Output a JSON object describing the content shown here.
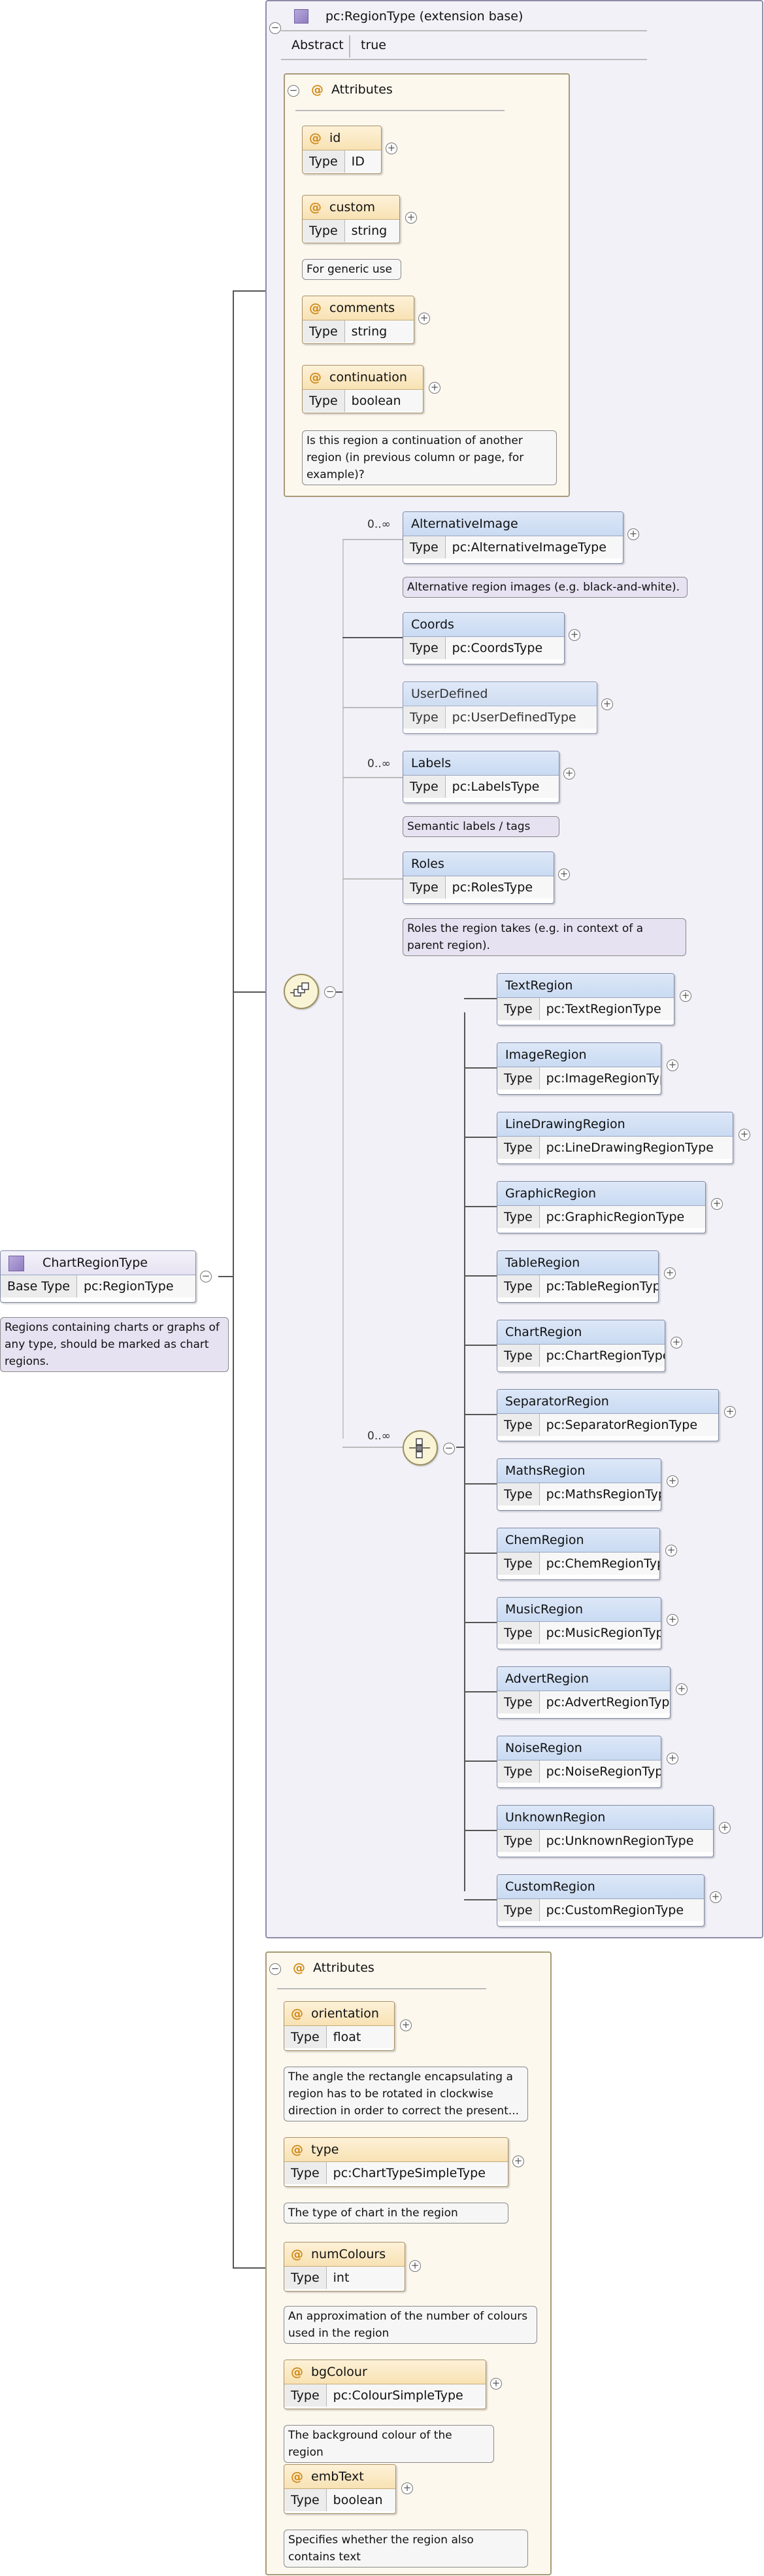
{
  "root": {
    "name": "ChartRegionType",
    "base_type_key": "Base Type",
    "base_type_value": "pc:RegionType",
    "note": "Regions containing charts or graphs of any type, should be marked as chart regions."
  },
  "ext": {
    "title": "pc:RegionType (extension base)",
    "abstract_key": "Abstract",
    "abstract_value": "true"
  },
  "attr_group_label": "Attributes",
  "type_key": "Type",
  "base_attributes": [
    {
      "name": "id",
      "type": "ID",
      "note": ""
    },
    {
      "name": "custom",
      "type": "string",
      "note": "For generic use"
    },
    {
      "name": "comments",
      "type": "string",
      "note": ""
    },
    {
      "name": "continuation",
      "type": "boolean",
      "note": "Is this region a continuation of another region (in previous column or page, for example)?"
    }
  ],
  "cardinality": "0..∞",
  "sequence_elements": [
    {
      "name": "AlternativeImage",
      "type": "pc:AlternativeImageType",
      "note": "Alternative region images (e.g. black-and-white).",
      "card": "0..∞"
    },
    {
      "name": "Coords",
      "type": "pc:CoordsType",
      "note": "",
      "card": ""
    },
    {
      "name": "UserDefined",
      "type": "pc:UserDefinedType",
      "note": "",
      "card": ""
    },
    {
      "name": "Labels",
      "type": "pc:LabelsType",
      "note": "Semantic labels / tags",
      "card": "0..∞"
    },
    {
      "name": "Roles",
      "type": "pc:RolesType",
      "note": "Roles the region takes (e.g. in context of a parent region).",
      "card": ""
    }
  ],
  "choice_elements": [
    {
      "name": "TextRegion",
      "type": "pc:TextRegionType"
    },
    {
      "name": "ImageRegion",
      "type": "pc:ImageRegionType"
    },
    {
      "name": "LineDrawingRegion",
      "type": "pc:LineDrawingRegionType"
    },
    {
      "name": "GraphicRegion",
      "type": "pc:GraphicRegionType"
    },
    {
      "name": "TableRegion",
      "type": "pc:TableRegionType"
    },
    {
      "name": "ChartRegion",
      "type": "pc:ChartRegionType"
    },
    {
      "name": "SeparatorRegion",
      "type": "pc:SeparatorRegionType"
    },
    {
      "name": "MathsRegion",
      "type": "pc:MathsRegionType"
    },
    {
      "name": "ChemRegion",
      "type": "pc:ChemRegionType"
    },
    {
      "name": "MusicRegion",
      "type": "pc:MusicRegionType"
    },
    {
      "name": "AdvertRegion",
      "type": "pc:AdvertRegionType"
    },
    {
      "name": "NoiseRegion",
      "type": "pc:NoiseRegionType"
    },
    {
      "name": "UnknownRegion",
      "type": "pc:UnknownRegionType"
    },
    {
      "name": "CustomRegion",
      "type": "pc:CustomRegionType"
    }
  ],
  "chart_attributes": [
    {
      "name": "orientation",
      "type": "float",
      "note": "The angle the rectangle encapsulating a region has to be rotated in clockwise direction in order to correct the present..."
    },
    {
      "name": "type",
      "type": "pc:ChartTypeSimpleType",
      "note": "The type of chart in the region"
    },
    {
      "name": "numColours",
      "type": "int",
      "note": "An approximation of the number of colours used in the region"
    },
    {
      "name": "bgColour",
      "type": "pc:ColourSimpleType",
      "note": "The background colour of the region"
    },
    {
      "name": "embText",
      "type": "boolean",
      "note": "Specifies whether the region also contains text"
    }
  ],
  "icons": {
    "expand": "+",
    "collapse": "−",
    "sequence": "sequence-compositor-icon",
    "choice": "choice-compositor-icon",
    "type": "complex-type-icon",
    "attribute": "@"
  }
}
